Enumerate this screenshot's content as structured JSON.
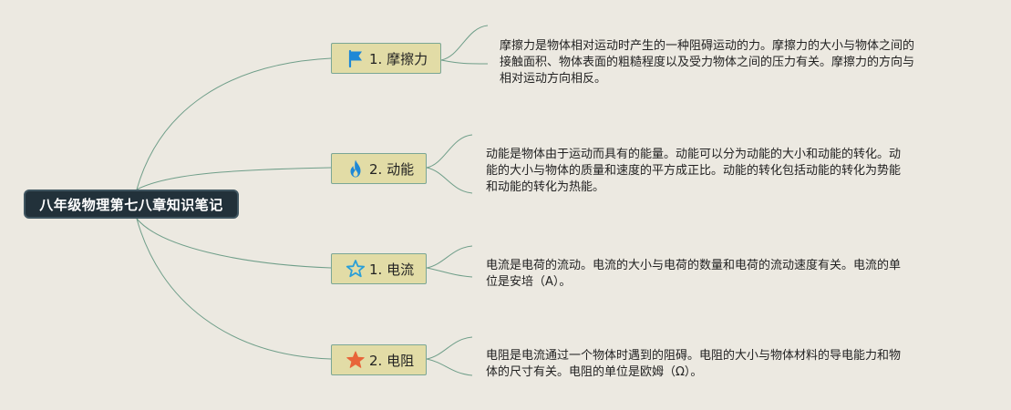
{
  "root": {
    "label": "八年级物理第七八章知识笔记"
  },
  "topics": [
    {
      "label": "1. 摩擦力",
      "icon": "flag-icon",
      "icon_color": "#1e88d6",
      "note": [
        "摩擦力是物体相对运动时产生的一种阻碍运动的力。摩擦力的大小与物体之间的",
        "接触面积、物体表面的粗糙程度以及受力物体之间的压力有关。摩擦力的方向与",
        "相对运动方向相反。"
      ]
    },
    {
      "label": "2. 动能",
      "icon": "flame-icon",
      "icon_color": "#1e88d6",
      "note": [
        "动能是物体由于运动而具有的能量。动能可以分为动能的大小和动能的转化。动",
        "能的大小与物体的质量和速度的平方成正比。动能的转化包括动能的转化为势能",
        "和动能的转化为热能。"
      ]
    },
    {
      "label": "1. 电流",
      "icon": "star-outline-icon",
      "icon_color": "#2a9fd8",
      "note": [
        "电流是电荷的流动。电流的大小与电荷的数量和电荷的流动速度有关。电流的单",
        "位是安培（A）。"
      ]
    },
    {
      "label": "2. 电阻",
      "icon": "star-filled-icon",
      "icon_color": "#e8643a",
      "note": [
        "电阻是电流通过一个物体时遇到的阻碍。电阻的大小与物体材料的导电能力和物",
        "体的尺寸有关。电阻的单位是欧姆（Ω）。"
      ]
    }
  ],
  "colors": {
    "background": "#ece9e1",
    "root_fill": "#22313a",
    "topic_fill": "#e2dca6",
    "connector": "#6f9e89"
  }
}
